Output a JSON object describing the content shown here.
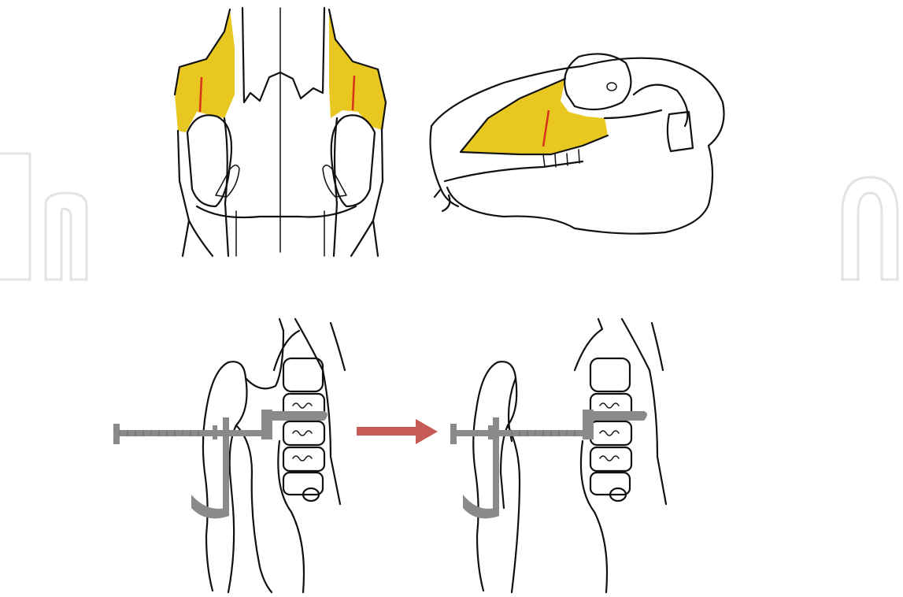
{
  "colors": {
    "background": "#ffffff",
    "bone_outline": "#111111",
    "highlight_yellow": "#e8c820",
    "cut_line_red": "#d9301b",
    "hardware_gray": "#8a8a8a",
    "arrow_red": "#c75b57",
    "watermark_gray": "#e3e3e3"
  },
  "panels": {
    "top_left": {
      "icon": "skull-ventral-view"
    },
    "top_right": {
      "icon": "skull-lateral-view"
    },
    "bottom_left": {
      "icon": "jaw-with-screw-before"
    },
    "bottom_right": {
      "icon": "jaw-with-screw-after"
    }
  },
  "arrow": {
    "icon": "right-arrow",
    "direction": "right"
  }
}
